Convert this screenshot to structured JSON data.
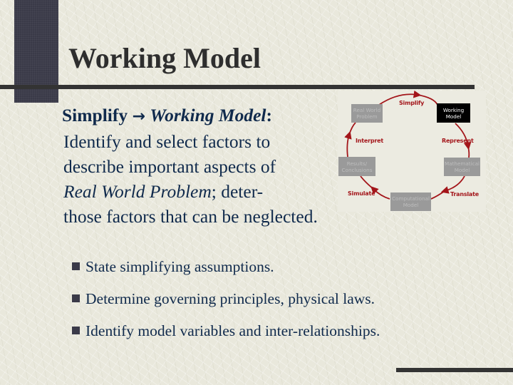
{
  "slide": {
    "title": "Working Model",
    "paragraph": {
      "lead_bold": "Simplify",
      "arrow_icon": "→",
      "lead_italic": "Working Model",
      "lead_colon": ":",
      "line1": "Identify and select factors to",
      "line2": "describe important aspects of",
      "line3_italic": "Real World Problem",
      "line3_rest": "; deter-",
      "line4": "those factors that can be neglected."
    },
    "bullets": [
      {
        "text": "State simplifying assumptions."
      },
      {
        "text": "Determine governing principles, physical laws."
      },
      {
        "text": "Identify model variables and inter-relationships."
      }
    ]
  },
  "cycle_diagram": {
    "nodes": {
      "real_world": {
        "line1": "Real World",
        "line2": "Problem"
      },
      "working_model": {
        "line1": "Working",
        "line2": "Model"
      },
      "mathematical_model": {
        "line1": "Mathematical",
        "line2": "Model"
      },
      "computational_model": {
        "line1": "Computational",
        "line2": "Model"
      },
      "results": {
        "line1": "Results/",
        "line2": "Conclusions"
      }
    },
    "steps": {
      "simplify": "Simplify",
      "represent": "Represent",
      "translate": "Translate",
      "simulate": "Simulate",
      "interpret": "Interpret"
    },
    "colors": {
      "arrow": "#a3151a",
      "active_node": "#000000",
      "inactive_node": "#9a9a9a"
    }
  }
}
